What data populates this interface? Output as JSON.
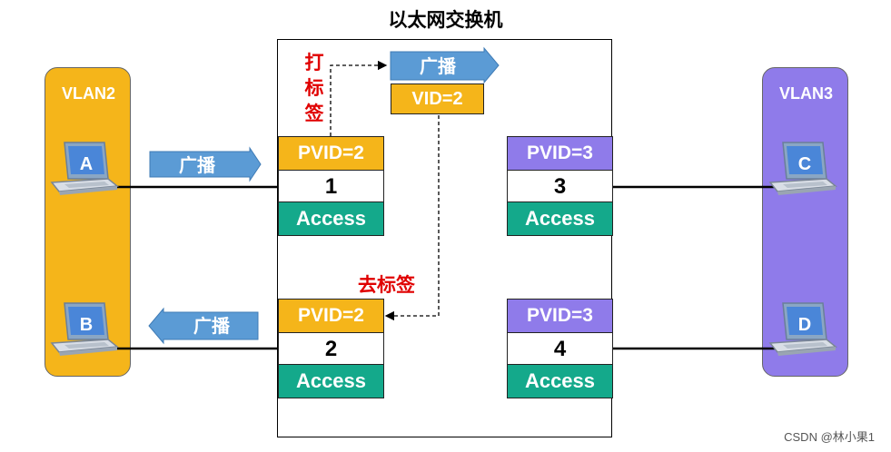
{
  "title": "以太网交换机",
  "vlans": {
    "left": {
      "label": "VLAN2",
      "color": "#f5b51a"
    },
    "right": {
      "label": "VLAN3",
      "color": "#8f7bea"
    }
  },
  "hosts": {
    "a": "A",
    "b": "B",
    "c": "C",
    "d": "D"
  },
  "ports": [
    {
      "pvid": "PVID=2",
      "number": "1",
      "mode": "Access"
    },
    {
      "pvid": "PVID=2",
      "number": "2",
      "mode": "Access"
    },
    {
      "pvid": "PVID=3",
      "number": "3",
      "mode": "Access"
    },
    {
      "pvid": "PVID=3",
      "number": "4",
      "mode": "Access"
    }
  ],
  "frames": {
    "incoming": "广播",
    "tagged_header": "广播",
    "tagged_vid": "VID=2",
    "outgoing": "广播"
  },
  "notes": {
    "tag": [
      "打",
      "标",
      "签"
    ],
    "untag": "去标签"
  },
  "watermark": "CSDN @林小果1",
  "colors": {
    "vlan2": "#f5b51a",
    "vlan3": "#8f7bea",
    "access": "#14a98b",
    "frame_arrow": "#5b9bd5",
    "note_red": "#e00000"
  }
}
